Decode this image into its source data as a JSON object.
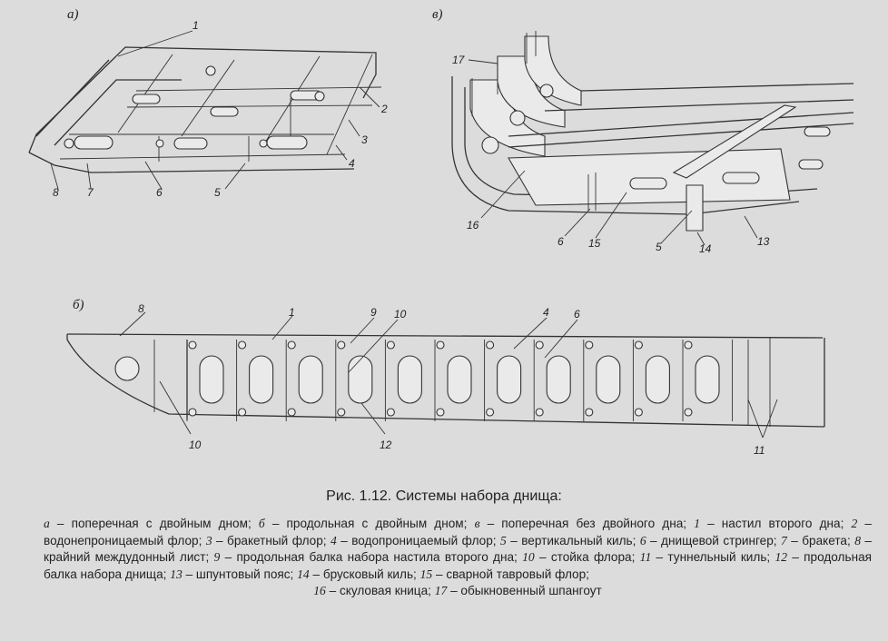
{
  "panels": {
    "a": {
      "tag": "а)",
      "labels": [
        "1",
        "2",
        "3",
        "4",
        "5",
        "6",
        "7",
        "8"
      ]
    },
    "v": {
      "tag": "в)",
      "labels": [
        "17",
        "16",
        "6",
        "15",
        "5",
        "14",
        "13"
      ]
    },
    "b": {
      "tag": "б)",
      "labels": [
        "8",
        "1",
        "9",
        "10",
        "4",
        "6",
        "10",
        "12",
        "11"
      ]
    }
  },
  "caption": "Рис. 1.12. Системы набора днища:",
  "legend": [
    {
      "k": "а",
      "t": "поперечная с двойным дном;"
    },
    {
      "k": "б",
      "t": "продольная с двойным дном;"
    },
    {
      "k": "в",
      "t": "поперечная без двойного дна;"
    },
    {
      "k": "1",
      "t": "настил второго дна;"
    },
    {
      "k": "2",
      "t": "водонепроницаемый флор;"
    },
    {
      "k": "3",
      "t": "бракетный флор;"
    },
    {
      "k": "4",
      "t": "водопроницаемый флор;"
    },
    {
      "k": "5",
      "t": "вертикальный киль;"
    },
    {
      "k": "6",
      "t": "днищевой стрингер;"
    },
    {
      "k": "7",
      "t": "бракета;"
    },
    {
      "k": "8",
      "t": "крайний междудонный лист;"
    },
    {
      "k": "9",
      "t": "продольная балка набора настила второго дна;"
    },
    {
      "k": "10",
      "t": "стойка флора;"
    },
    {
      "k": "11",
      "t": "туннельный киль;"
    },
    {
      "k": "12",
      "t": "продольная балка набора днища;"
    },
    {
      "k": "13",
      "t": "шпунтовый пояс;"
    },
    {
      "k": "14",
      "t": "брусковый киль;"
    },
    {
      "k": "15",
      "t": "сварной тавровый флор;"
    },
    {
      "k": "16",
      "t": "скуловая кница;"
    },
    {
      "k": "17",
      "t": "обыкновенный шпангоут"
    }
  ]
}
